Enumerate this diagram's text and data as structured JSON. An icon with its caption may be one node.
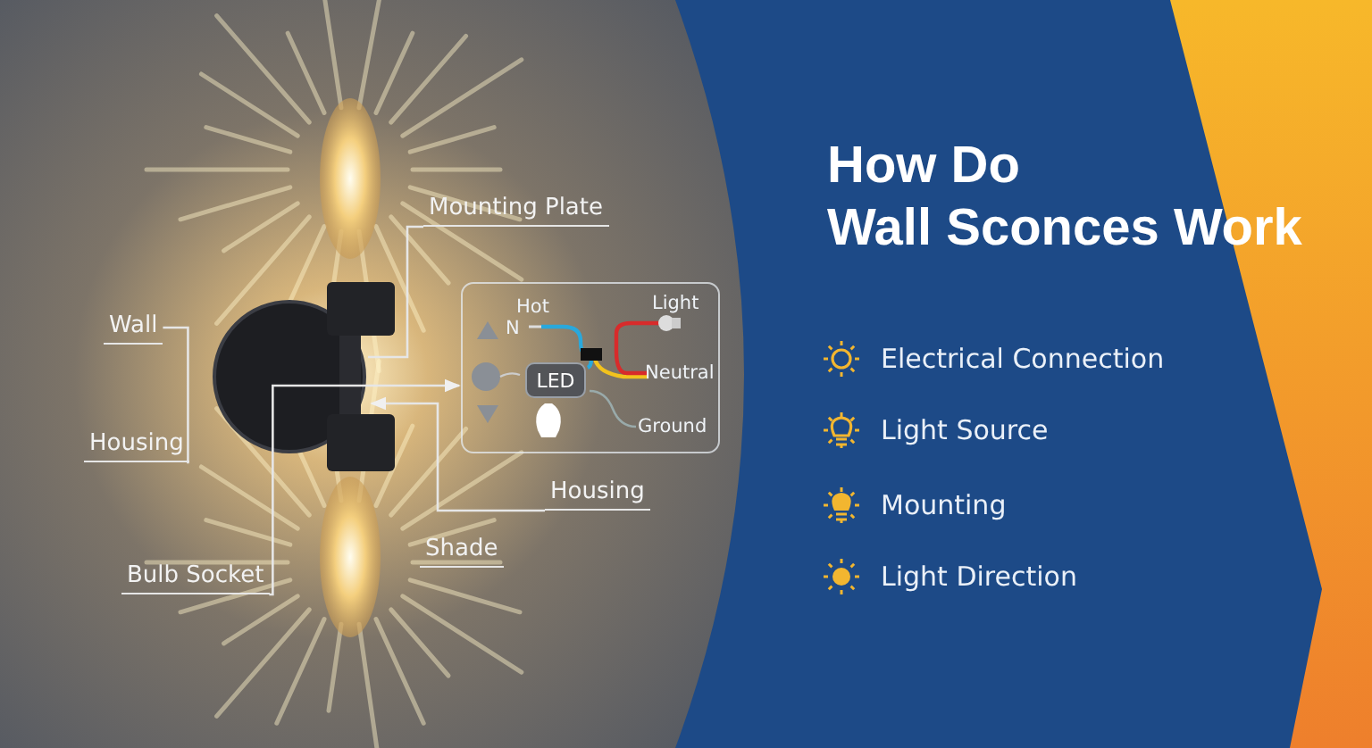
{
  "diagram": {
    "title": "How Do Wall Sconces Work",
    "nodes": [
      {
        "text": [
          "Mounting Plate"
        ]
      },
      {
        "text": [
          "Wall"
        ]
      },
      {
        "text": [
          "Housing"
        ]
      },
      {
        "text": [
          "Housing"
        ]
      },
      {
        "text": [
          "Shade"
        ]
      },
      {
        "text": [
          "Bulb Socket"
        ]
      },
      {
        "text": [
          "Hot",
          "N",
          "Light",
          "Neutral",
          "Ground"
        ]
      },
      {
        "text": [
          "LED"
        ],
        "in": 6
      }
    ],
    "edges": [
      {
        "from": 0,
        "to": null,
        "arrow": "none"
      },
      {
        "from": 1,
        "to": 2,
        "arrow": "none"
      },
      {
        "from": 3,
        "to": null,
        "arrow": "to"
      },
      {
        "from": 5,
        "to": 6,
        "arrow": "to"
      }
    ],
    "labels": [
      "Electrical Connection",
      "Light Source",
      "Mounting",
      "Light Direction"
    ]
  }
}
